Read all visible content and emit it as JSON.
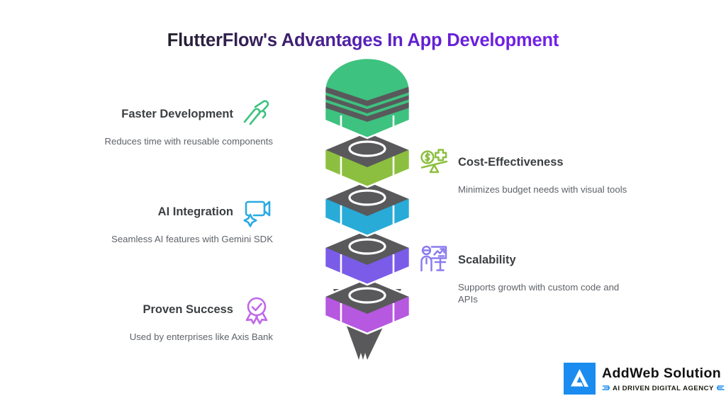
{
  "page": {
    "title": "FlutterFlow's Advantages In App Development",
    "background": "#ffffff",
    "title_gradient": {
      "from": "#1a1a1a",
      "to": "#8526f5"
    }
  },
  "features": {
    "faster_development": {
      "title": "Faster Development",
      "description": "Reduces time with reusable components",
      "icon": "speed-lines-icon",
      "color": "#3ec27f",
      "side": "left"
    },
    "ai_integration": {
      "title": "AI Integration",
      "description": "Seamless AI features with Gemini SDK",
      "icon": "video-camera-sparkle-icon",
      "color": "#29abe2",
      "side": "left"
    },
    "proven_success": {
      "title": "Proven Success",
      "description": "Used by enterprises like Axis Bank",
      "icon": "award-badge-check-icon",
      "color": "#c068e8",
      "side": "left"
    },
    "cost_effectiveness": {
      "title": "Cost-Effectiveness",
      "description": "Minimizes budget needs with visual tools",
      "icon": "balance-scale-dollar-icon",
      "color": "#8cbf3f",
      "side": "right"
    },
    "scalability": {
      "title": "Scalability",
      "description": "Supports growth with custom code and APIs",
      "icon": "presenter-growth-chart-icon",
      "color": "#8b7cf0",
      "side": "right"
    }
  },
  "bolt_graphic": {
    "name": "stacked-hex-nut-bolt-illustration",
    "thread_color": "#59595b",
    "segments": [
      {
        "label": "bolt-head-green",
        "color": "#3ec27f"
      },
      {
        "label": "hex-nut-olive",
        "color": "#8cbf3f"
      },
      {
        "label": "hex-nut-blue",
        "color": "#29abd8"
      },
      {
        "label": "hex-nut-violet",
        "color": "#7b5ce8"
      },
      {
        "label": "hex-nut-magenta",
        "color": "#b658e0"
      },
      {
        "label": "bolt-tip-gray",
        "color": "#59595b"
      }
    ]
  },
  "logo": {
    "name": "AddWeb Solution",
    "tagline": "AI DRIVEN  DIGITAL  AGENCY",
    "mark_color": "#1a8cf0",
    "mark_letter": "A",
    "swoosh_color": "#1a8cf0"
  }
}
